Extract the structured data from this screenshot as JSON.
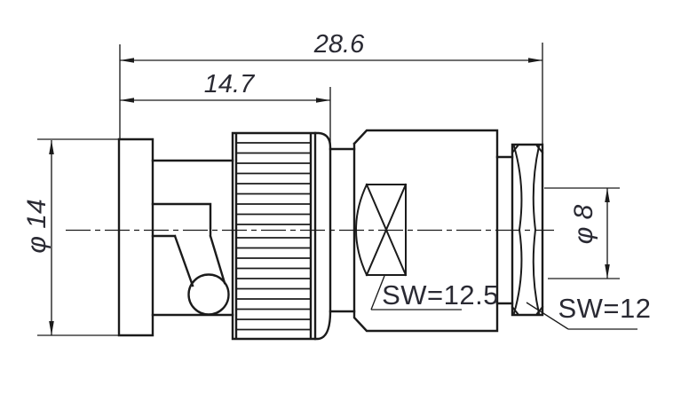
{
  "drawing": {
    "dim_overall_length": "28.6",
    "dim_front_length": "14.7",
    "dim_body_diameter": "φ 14",
    "dim_rear_diameter": "φ 8",
    "label_body_hex": "SW=12.5",
    "label_nut_hex": "SW=12",
    "colors": {
      "line": "#1b1b1b",
      "dim_text": "#2a2a33",
      "background": "#ffffff"
    }
  }
}
